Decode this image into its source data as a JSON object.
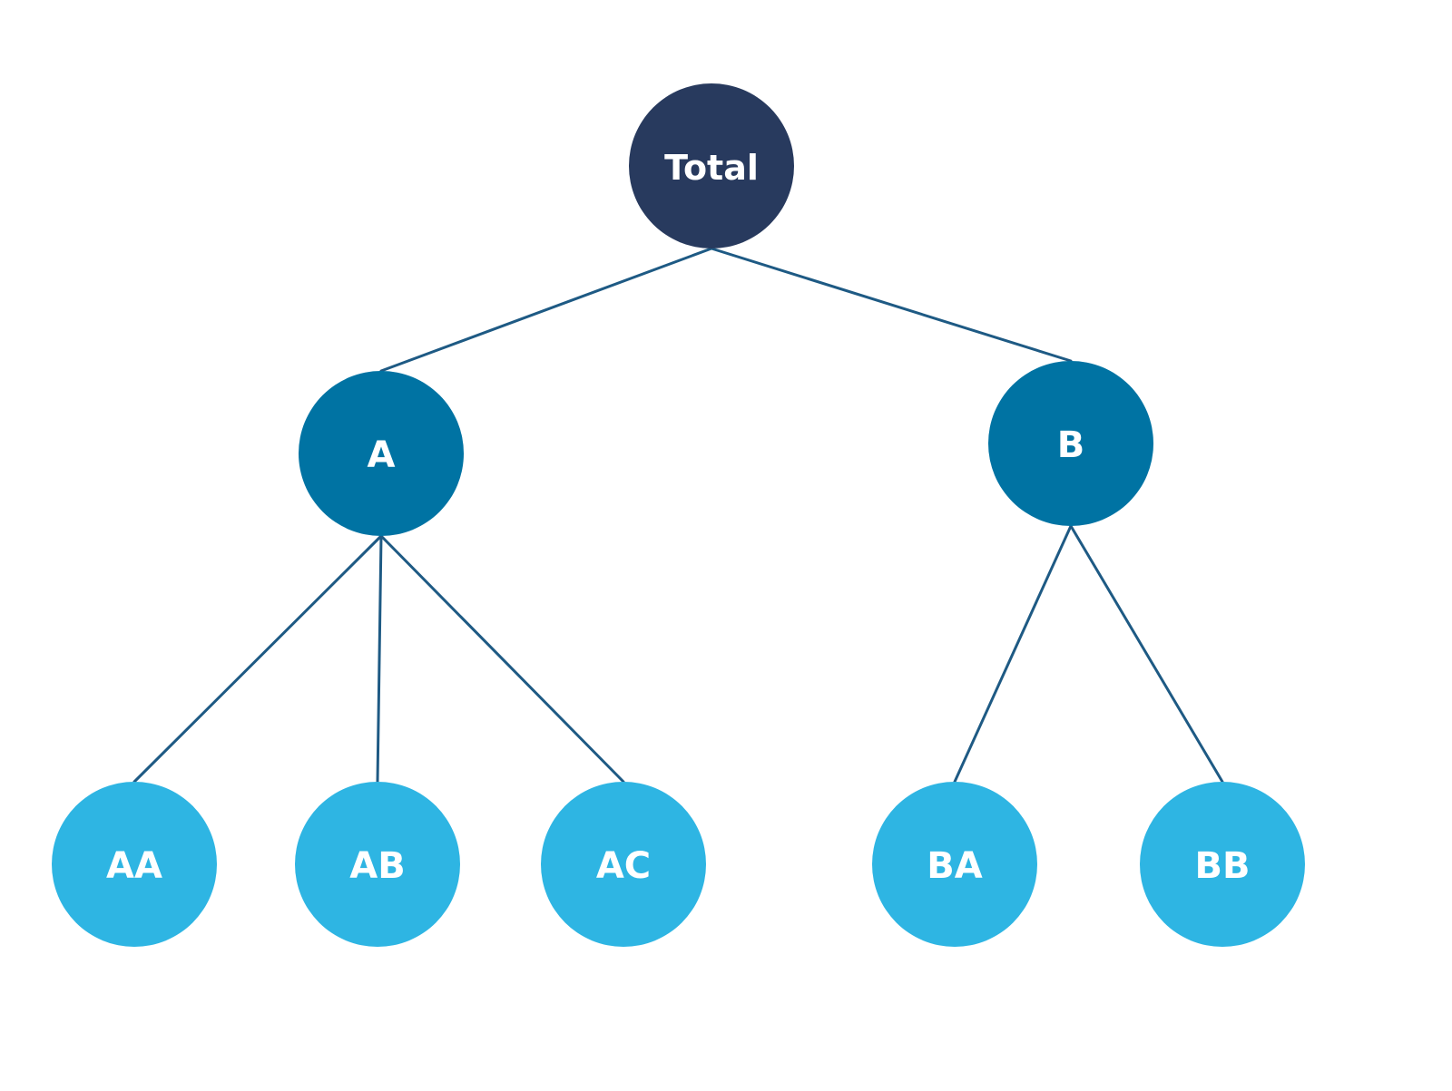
{
  "colors": {
    "root": "#283A5E",
    "level1": "#0073A3",
    "level2": "#2EB5E3",
    "edge": "#1E5A84",
    "label": "#FFFFFF"
  },
  "nodes": [
    {
      "id": "total",
      "label": "Total",
      "level": "root"
    },
    {
      "id": "a",
      "label": "A",
      "level": "level1"
    },
    {
      "id": "b",
      "label": "B",
      "level": "level1"
    },
    {
      "id": "aa",
      "label": "AA",
      "level": "level2"
    },
    {
      "id": "ab",
      "label": "AB",
      "level": "level2"
    },
    {
      "id": "ac",
      "label": "AC",
      "level": "level2"
    },
    {
      "id": "ba",
      "label": "BA",
      "level": "level2"
    },
    {
      "id": "bb",
      "label": "BB",
      "level": "level2"
    }
  ],
  "edges": [
    {
      "from": "total",
      "to": "a"
    },
    {
      "from": "total",
      "to": "b"
    },
    {
      "from": "a",
      "to": "aa"
    },
    {
      "from": "a",
      "to": "ab"
    },
    {
      "from": "a",
      "to": "ac"
    },
    {
      "from": "b",
      "to": "ba"
    },
    {
      "from": "b",
      "to": "bb"
    }
  ]
}
